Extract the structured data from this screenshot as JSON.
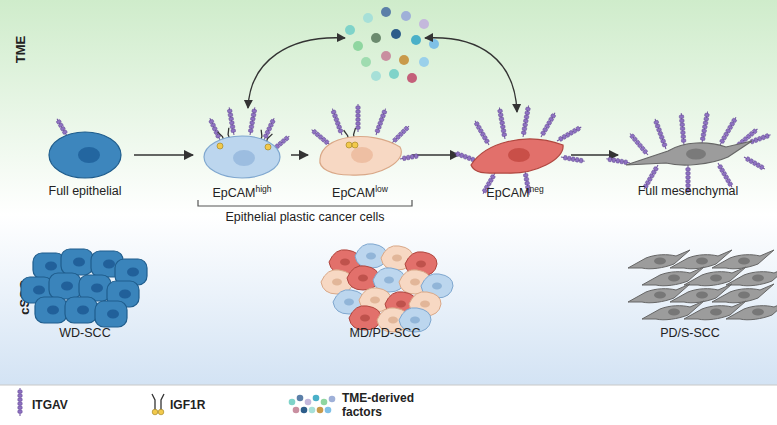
{
  "diagram": {
    "nodes": [
      {
        "text": [
          "Full epithelial"
        ]
      },
      {
        "text": [
          "EpCAM",
          "high"
        ]
      },
      {
        "text": [
          "EpCAM",
          "low"
        ]
      },
      {
        "text": [
          "EpCAM",
          "neg"
        ]
      },
      {
        "text": [
          "Full mesenchymal"
        ]
      },
      {
        "text": [
          "WD-SCC"
        ]
      },
      {
        "text": [
          "MD/PD-SCC"
        ]
      },
      {
        "text": [
          "PD/S-SCC"
        ]
      }
    ],
    "edges": [
      {
        "from": 0,
        "to": 1,
        "arrow": "to"
      },
      {
        "from": 1,
        "to": 2,
        "arrow": "to"
      },
      {
        "from": 2,
        "to": 3,
        "arrow": "to"
      },
      {
        "from": 3,
        "to": 4,
        "arrow": "to"
      }
    ],
    "labels": [
      "TME",
      "cSCC",
      "Epithelial plastic cancer cells"
    ],
    "legend": [
      {
        "text": "ITGAV"
      },
      {
        "text": "IGF1R"
      },
      {
        "text": "TME-derived factors"
      }
    ]
  }
}
